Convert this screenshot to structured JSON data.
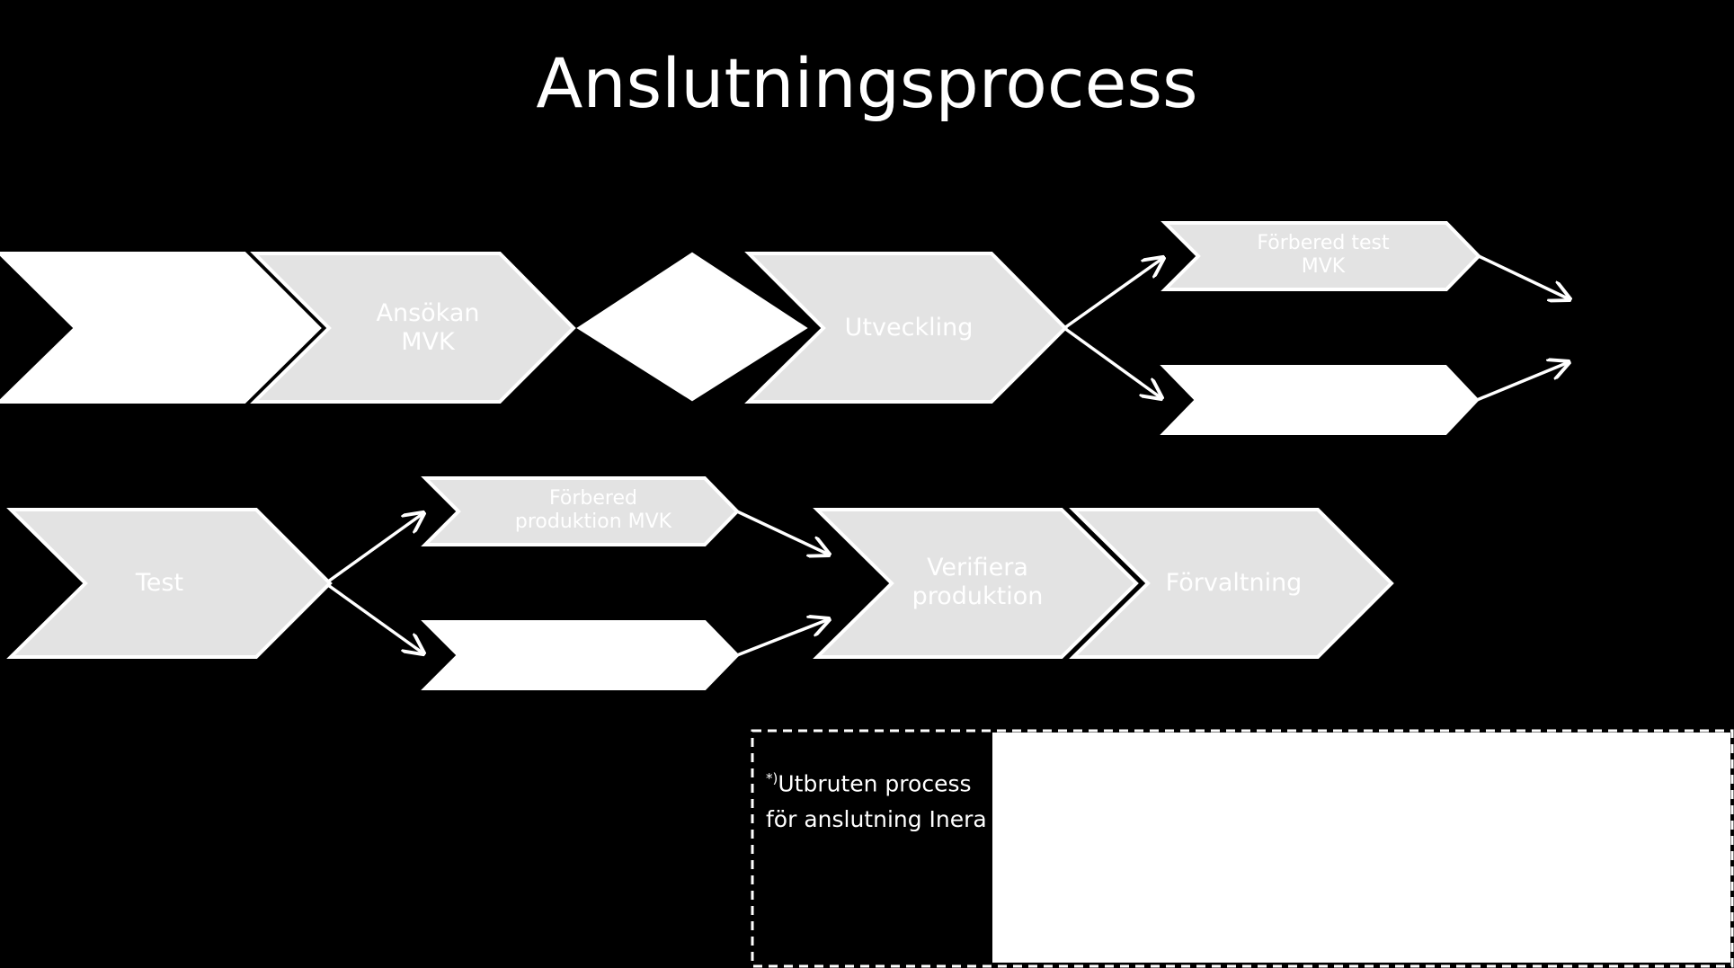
{
  "title": "Anslutningsprocess",
  "colors": {
    "background": "#000000",
    "step_fill": "#e3e3e3",
    "step_fill_blank": "#ffffff",
    "step_outline": "#ffffff",
    "connector": "#ffffff",
    "text": "#ffffff"
  },
  "steps": {
    "start_blank": {
      "label": ""
    },
    "ansokan": {
      "label_line1": "Ansökan",
      "label_line2": "MVK"
    },
    "decision_blank": {
      "label": ""
    },
    "utveckling": {
      "label": "Utveckling"
    },
    "forbered_test_mvk": {
      "label_line1": "Förbered test",
      "label_line2": "MVK"
    },
    "parallel_blank_top": {
      "label": ""
    },
    "test": {
      "label": "Test"
    },
    "forbered_produktion_mvk": {
      "label_line1": "Förbered",
      "label_line2": "produktion MVK"
    },
    "parallel_blank_bottom": {
      "label": ""
    },
    "verifiera_produktion": {
      "label_line1": "Verifiera",
      "label_line2": "produktion"
    },
    "forvaltning": {
      "label": "Förvaltning"
    }
  },
  "note": {
    "marker": "*)",
    "line1": "Utbruten process",
    "line2": "för anslutning Inera"
  }
}
